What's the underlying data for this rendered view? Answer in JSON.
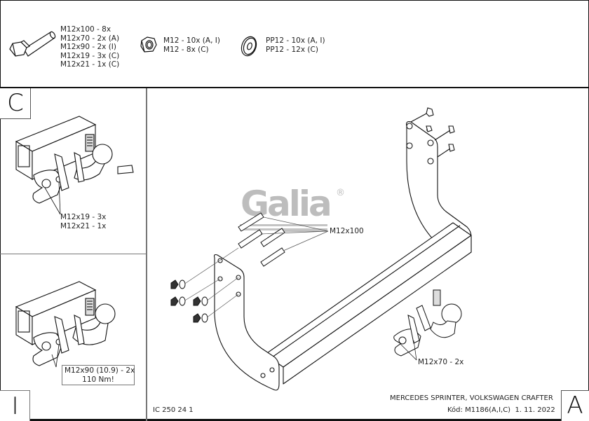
{
  "parts_header": {
    "bolt": {
      "icon": "hex-bolt-icon",
      "lines": [
        "M12x100 - 8x",
        "M12x70 - 2x (A)",
        "M12x90 - 2x (I)",
        "M12x19 - 3x (C)",
        "M12x21 - 1x (C)"
      ]
    },
    "nut": {
      "icon": "hex-nut-icon",
      "lines": [
        "M12 - 10x (A, I)",
        "M12 - 8x (C)"
      ]
    },
    "washer": {
      "icon": "washer-icon",
      "lines": [
        "PP12 - 10x (A, I)",
        "PP12 - 12x (C)"
      ]
    }
  },
  "panels": {
    "c": {
      "letter": "C",
      "callout": [
        "M12x19 - 3x",
        "M12x21 - 1x"
      ]
    },
    "i": {
      "letter": "I",
      "callout": [
        "M12x90 (10.9) - 2x",
        "110 Nm!"
      ]
    },
    "a": {
      "letter": "A",
      "logo": "Galia",
      "logo_mark": "®",
      "bolt_callout": "M12x100",
      "ball_callout": "M12x70 - 2x"
    }
  },
  "footer": {
    "drawing_number": "IC 250 24 1",
    "vehicle": "MERCEDES SPRINTER, VOLKSWAGEN CRAFTER",
    "code_line": "Kód: M1186(A,I,C)  1. 11. 2022"
  },
  "colors": {
    "line": "#111111",
    "logo_gray": "#bdbdbd"
  }
}
